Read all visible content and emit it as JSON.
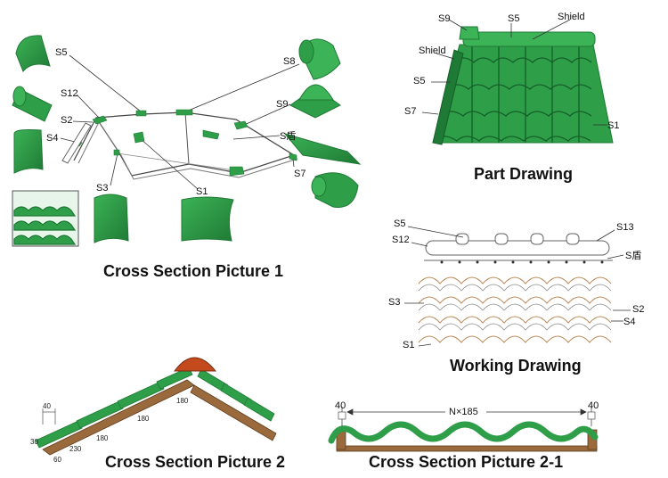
{
  "captions": {
    "cross1": "Cross Section Picture 1",
    "part": "Part Drawing",
    "working": "Working Drawing",
    "cross2": "Cross Section Picture 2",
    "cross2_1": "Cross Section Picture 2-1"
  },
  "panel1": {
    "s5": "S5",
    "s12": "S12",
    "s2": "S2",
    "s4": "S4",
    "s3": "S3",
    "s1": "S1",
    "s8": "S8",
    "s9": "S9",
    "s_shield": "S盾",
    "s7": "S7"
  },
  "part_drawing": {
    "s9": "S9",
    "s5_top": "S5",
    "shield_top": "Shield",
    "shield_left": "Shield",
    "s5_left": "S5",
    "s7": "S7",
    "s1": "S1"
  },
  "working_drawing": {
    "s5": "S5",
    "s13": "S13",
    "s12": "S12",
    "s_shield": "S盾",
    "s3": "S3",
    "s2": "S2",
    "s4": "S4",
    "s1": "S1"
  },
  "cross2": {
    "d40": "40",
    "d30": "30",
    "d60": "60",
    "d230": "230",
    "d180a": "180",
    "d180b": "180",
    "d180c": "180"
  },
  "cross2_1": {
    "d40_left": "40",
    "span": "N×185",
    "d40_right": "40"
  },
  "colors": {
    "tile": "#2e9e48",
    "tile_dark": "#1f7a35",
    "ridge": "#c24a1c",
    "batten": "#9a6a3c"
  }
}
